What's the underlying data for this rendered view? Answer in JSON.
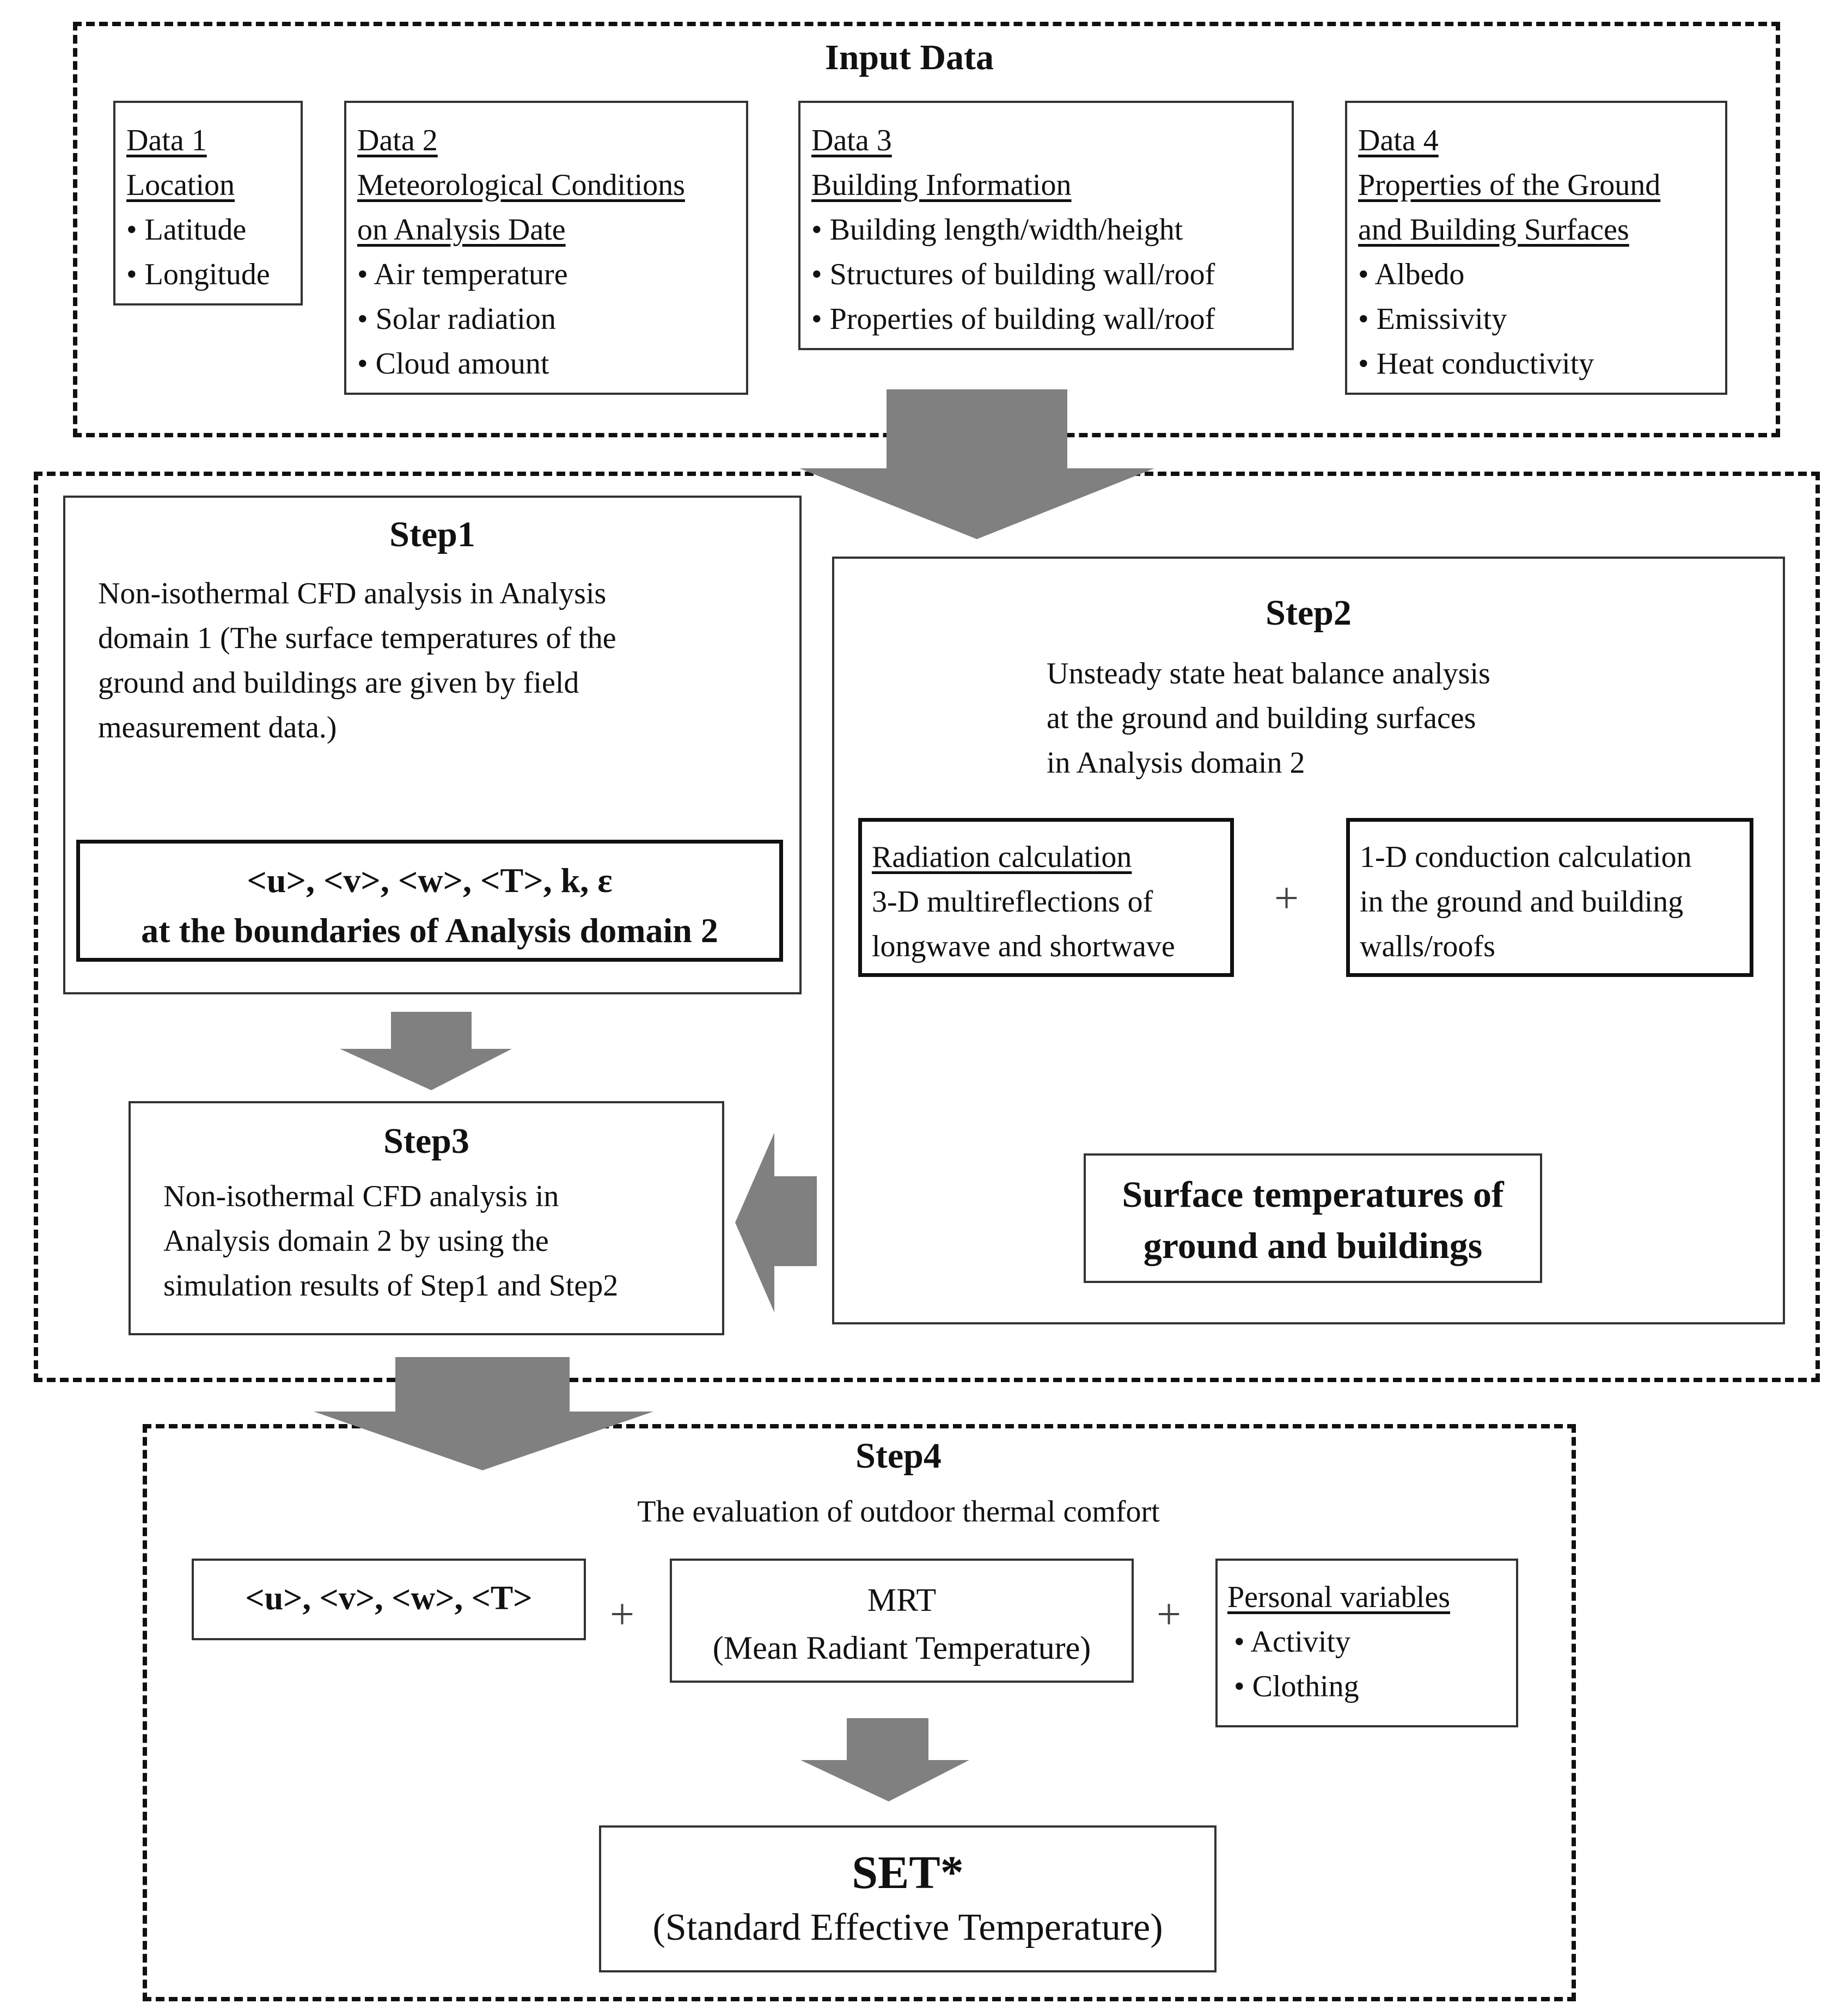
{
  "input": {
    "title": "Input Data",
    "data1": {
      "head": "Data 1",
      "sub": "Location",
      "items": [
        "• Latitude",
        "• Longitude"
      ]
    },
    "data2": {
      "head": "Data 2",
      "sub": [
        "Meteorological Conditions",
        "on Analysis Date"
      ],
      "items": [
        "• Air temperature",
        "• Solar radiation",
        "• Cloud amount"
      ]
    },
    "data3": {
      "head": "Data 3",
      "sub": "Building Information",
      "items": [
        "• Building length/width/height",
        "• Structures of building wall/roof",
        "• Properties of building wall/roof"
      ]
    },
    "data4": {
      "head": "Data 4",
      "sub": [
        "Properties of the Ground",
        "and Building Surfaces"
      ],
      "items": [
        "• Albedo",
        "• Emissivity",
        "• Heat conductivity"
      ]
    }
  },
  "step1": {
    "title": "Step1",
    "text": [
      "Non-isothermal CFD analysis in Analysis",
      "domain 1 (The surface temperatures of the",
      "ground and buildings are given by field",
      "measurement data.)"
    ],
    "result": [
      "<u>, <v>, <w>, <T>, k, ε",
      "at the boundaries of Analysis domain 2"
    ]
  },
  "step2": {
    "title": "Step2",
    "text": [
      "Unsteady state heat balance analysis",
      "at the ground and building surfaces",
      "in Analysis domain 2"
    ],
    "radiation": {
      "head": "Radiation calculation",
      "lines": [
        "3-D multireflections of",
        "longwave and shortwave"
      ]
    },
    "plus": "+",
    "conduction": [
      "1-D conduction calculation",
      "in the ground and building",
      "walls/roofs"
    ],
    "result": [
      "Surface temperatures of",
      "ground and buildings"
    ]
  },
  "step3": {
    "title": "Step3",
    "text": [
      "Non-isothermal CFD analysis in",
      "Analysis domain 2 by using the",
      "simulation results of Step1 and Step2"
    ]
  },
  "step4": {
    "title": "Step4",
    "subtitle": "The evaluation of outdoor thermal comfort",
    "velocity": "<u>, <v>, <w>, <T>",
    "plus1": "+",
    "mrt": [
      "MRT",
      "(Mean Radiant Temperature)"
    ],
    "plus2": "+",
    "personal": {
      "head": "Personal variables",
      "items": [
        "• Activity",
        "• Clothing"
      ]
    },
    "result": {
      "main": "SET*",
      "sub": "(Standard Effective Temperature)"
    }
  }
}
